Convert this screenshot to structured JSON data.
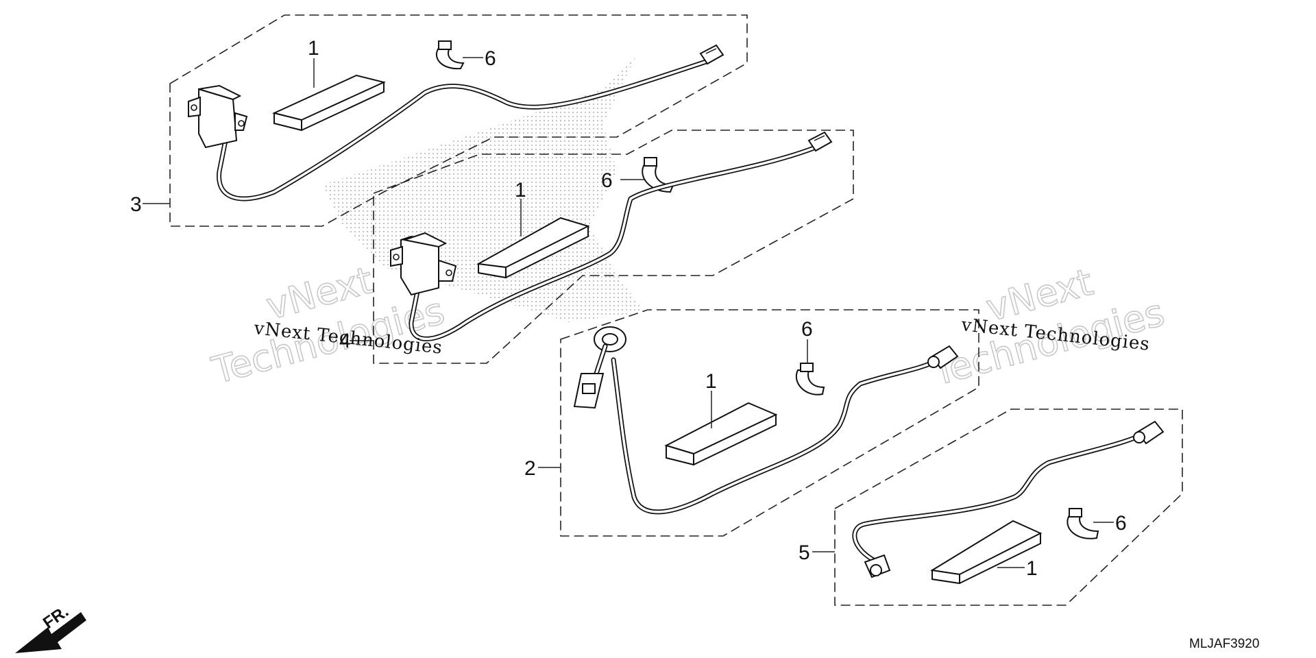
{
  "diagram": {
    "drawing_code": "MLJAF3920",
    "direction_label": "FR.",
    "watermark_brand": "vNext",
    "watermark_word": "Technologies",
    "watermark_full": "vNext Technologies",
    "callouts": {
      "group3": "3",
      "group3_pad": "1",
      "group3_clip": "6",
      "group4": "4",
      "group4_pad": "1",
      "group4_clip": "6",
      "group2": "2",
      "group2_pad": "1",
      "group2_clip": "6",
      "group5": "5",
      "group5_pad": "1",
      "group5_clip": "6"
    }
  }
}
